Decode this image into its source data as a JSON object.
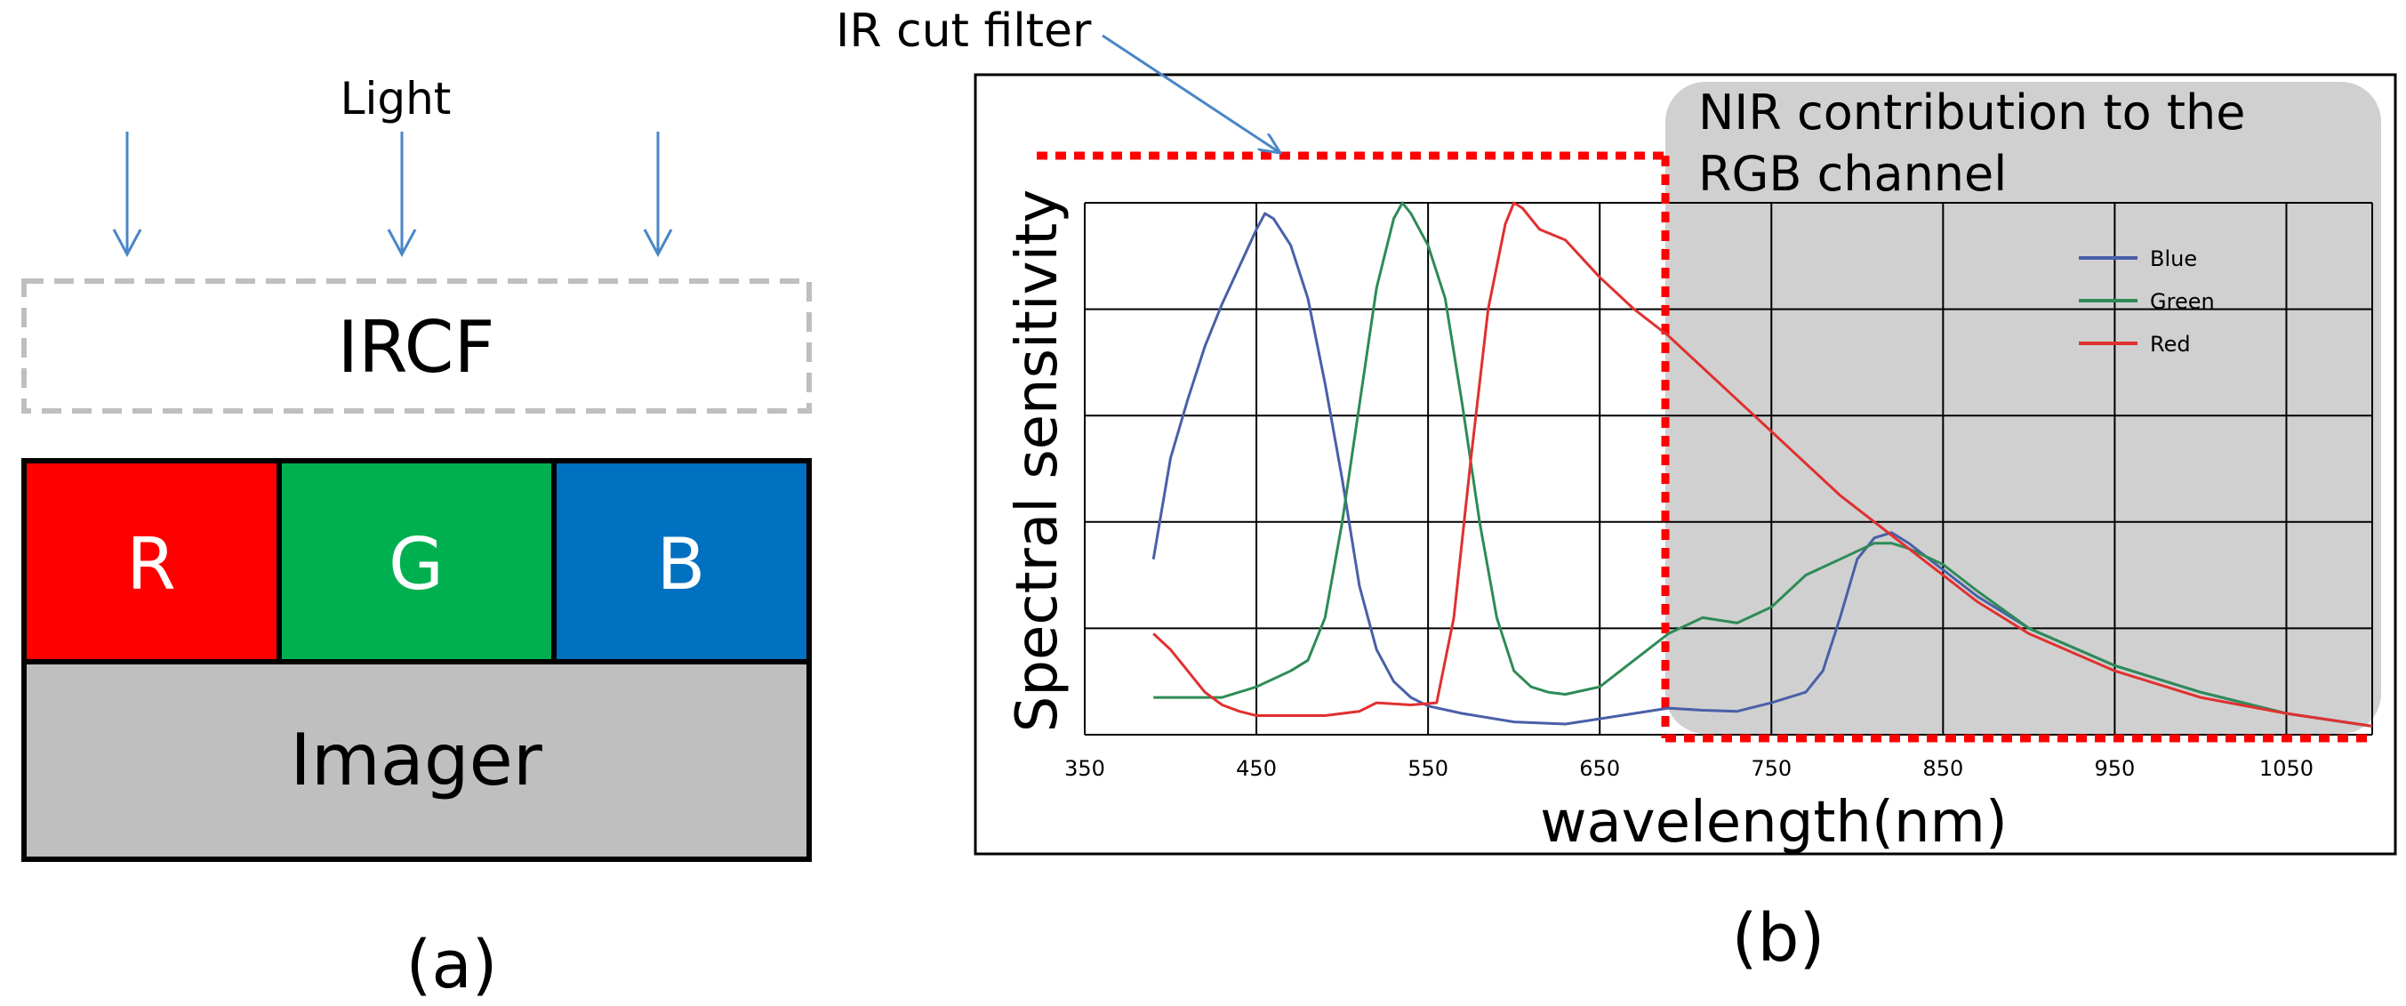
{
  "panel_a": {
    "light_label": "Light",
    "filter_label": "IRCF",
    "pixels": [
      {
        "label": "R",
        "color": "#ff0000"
      },
      {
        "label": "G",
        "color": "#00b050"
      },
      {
        "label": "B",
        "color": "#0070c0"
      }
    ],
    "imager_label": "Imager",
    "imager_color": "#bfbfbf",
    "caption": "(a)"
  },
  "panel_b": {
    "ir_cut_label": "IR cut filter",
    "nir_label_line1": "NIR contribution to the",
    "nir_label_line2": "RGB channel",
    "caption": "(b)",
    "filter_line_color": "#ff0000",
    "nir_region_color": "#d0d0d0"
  },
  "chart_data": {
    "type": "line",
    "title": "",
    "xlabel": "wavelength(nm)",
    "ylabel": "Spectral sensitivity",
    "xlim": [
      350,
      1100
    ],
    "ylim": [
      0,
      5
    ],
    "x_ticks": [
      "350",
      "450",
      "550",
      "650",
      "750",
      "850",
      "950",
      "1050"
    ],
    "x_tick_values": [
      350,
      450,
      550,
      650,
      750,
      850,
      950,
      1050
    ],
    "grid": true,
    "legend_position": "top-right",
    "ir_cut_wavelength": 690,
    "series": [
      {
        "name": "Blue",
        "color": "#4a5fa8",
        "x": [
          390,
          400,
          410,
          420,
          430,
          440,
          450,
          455,
          460,
          470,
          480,
          490,
          500,
          510,
          520,
          530,
          540,
          550,
          570,
          600,
          630,
          650,
          670,
          690,
          710,
          730,
          750,
          770,
          780,
          790,
          800,
          810,
          820,
          830,
          850,
          870,
          900,
          950,
          1000,
          1050,
          1100
        ],
        "y": [
          1.65,
          2.6,
          3.15,
          3.65,
          4.05,
          4.4,
          4.75,
          4.9,
          4.85,
          4.6,
          4.1,
          3.3,
          2.4,
          1.4,
          0.8,
          0.5,
          0.35,
          0.27,
          0.2,
          0.12,
          0.1,
          0.15,
          0.2,
          0.25,
          0.23,
          0.22,
          0.3,
          0.4,
          0.6,
          1.1,
          1.65,
          1.85,
          1.9,
          1.8,
          1.55,
          1.3,
          1.0,
          0.65,
          0.4,
          0.2,
          0.08
        ]
      },
      {
        "name": "Green",
        "color": "#2e8b57",
        "x": [
          390,
          410,
          430,
          450,
          470,
          480,
          490,
          500,
          510,
          520,
          530,
          535,
          540,
          550,
          560,
          570,
          580,
          590,
          600,
          610,
          620,
          630,
          650,
          670,
          690,
          710,
          730,
          750,
          770,
          790,
          810,
          820,
          830,
          850,
          870,
          900,
          950,
          1000,
          1050,
          1100
        ],
        "y": [
          0.35,
          0.35,
          0.35,
          0.45,
          0.6,
          0.7,
          1.1,
          2.0,
          3.1,
          4.2,
          4.85,
          5.0,
          4.9,
          4.6,
          4.1,
          3.1,
          2.0,
          1.1,
          0.6,
          0.45,
          0.4,
          0.38,
          0.45,
          0.7,
          0.95,
          1.1,
          1.05,
          1.2,
          1.5,
          1.65,
          1.8,
          1.8,
          1.75,
          1.6,
          1.35,
          1.0,
          0.65,
          0.4,
          0.2,
          0.08
        ]
      },
      {
        "name": "Red",
        "color": "#e03030",
        "x": [
          390,
          400,
          410,
          420,
          430,
          440,
          450,
          470,
          490,
          510,
          520,
          540,
          555,
          565,
          575,
          585,
          595,
          600,
          605,
          615,
          630,
          650,
          670,
          690,
          710,
          730,
          750,
          770,
          790,
          810,
          830,
          850,
          870,
          900,
          950,
          1000,
          1050,
          1100
        ],
        "y": [
          0.95,
          0.8,
          0.6,
          0.4,
          0.28,
          0.22,
          0.18,
          0.18,
          0.18,
          0.22,
          0.3,
          0.28,
          0.3,
          1.1,
          2.6,
          4.0,
          4.8,
          5.0,
          4.95,
          4.75,
          4.65,
          4.3,
          4.0,
          3.75,
          3.45,
          3.15,
          2.85,
          2.55,
          2.25,
          2.0,
          1.75,
          1.5,
          1.25,
          0.95,
          0.6,
          0.35,
          0.2,
          0.08
        ]
      }
    ]
  }
}
